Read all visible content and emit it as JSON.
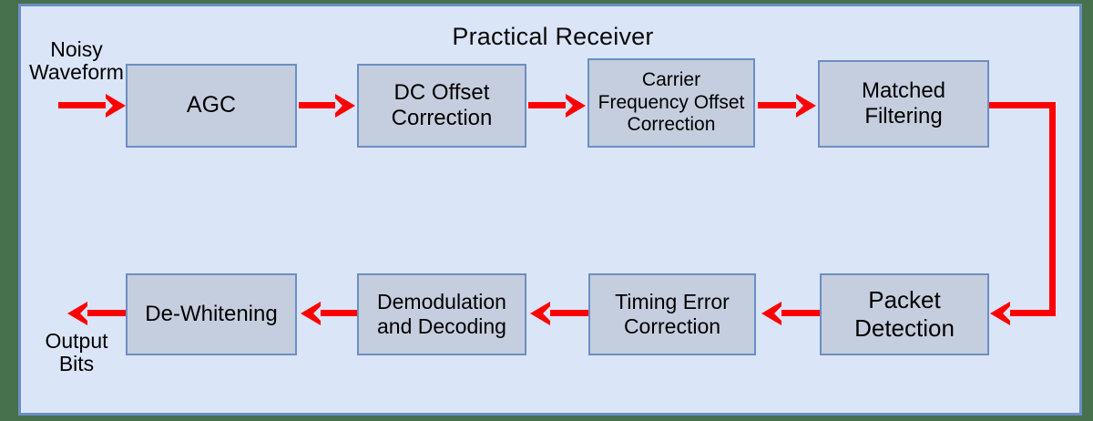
{
  "diagram": {
    "title": "Practical Receiver",
    "type": "block-diagram",
    "colors": {
      "canvas": "#47704d",
      "panel_fill": "#dae5f7",
      "panel_border": "#6d8ec4",
      "block_fill": "#c4cede",
      "block_border": "#6d8ec4",
      "arrow": "#ff0000",
      "text": "#000000"
    },
    "labels": {
      "input": "Noisy\nWaveform",
      "output": "Output\nBits"
    },
    "blocks": [
      {
        "id": "agc",
        "label": "AGC",
        "row": "top",
        "order": 1
      },
      {
        "id": "dc-offset",
        "label": "DC Offset\nCorrection",
        "row": "top",
        "order": 2
      },
      {
        "id": "cfo",
        "label": "Carrier\nFrequency Offset\nCorrection",
        "row": "top",
        "order": 3
      },
      {
        "id": "matched-filter",
        "label": "Matched Filtering",
        "row": "top",
        "order": 4
      },
      {
        "id": "packet-detection",
        "label": "Packet\nDetection",
        "row": "bottom",
        "order": 5
      },
      {
        "id": "timing-error",
        "label": "Timing Error\nCorrection",
        "row": "bottom",
        "order": 6
      },
      {
        "id": "demod",
        "label": "Demodulation\nand Decoding",
        "row": "bottom",
        "order": 7
      },
      {
        "id": "de-whitening",
        "label": "De-Whitening",
        "row": "bottom",
        "order": 8
      }
    ],
    "connections": [
      {
        "from": "input",
        "to": "agc",
        "direction": "right"
      },
      {
        "from": "agc",
        "to": "dc-offset",
        "direction": "right"
      },
      {
        "from": "dc-offset",
        "to": "cfo",
        "direction": "right"
      },
      {
        "from": "cfo",
        "to": "matched-filter",
        "direction": "right"
      },
      {
        "from": "matched-filter",
        "to": "packet-detection",
        "direction": "right-down-left"
      },
      {
        "from": "packet-detection",
        "to": "timing-error",
        "direction": "left"
      },
      {
        "from": "timing-error",
        "to": "demod",
        "direction": "left"
      },
      {
        "from": "demod",
        "to": "de-whitening",
        "direction": "left"
      },
      {
        "from": "de-whitening",
        "to": "output",
        "direction": "left"
      }
    ]
  }
}
